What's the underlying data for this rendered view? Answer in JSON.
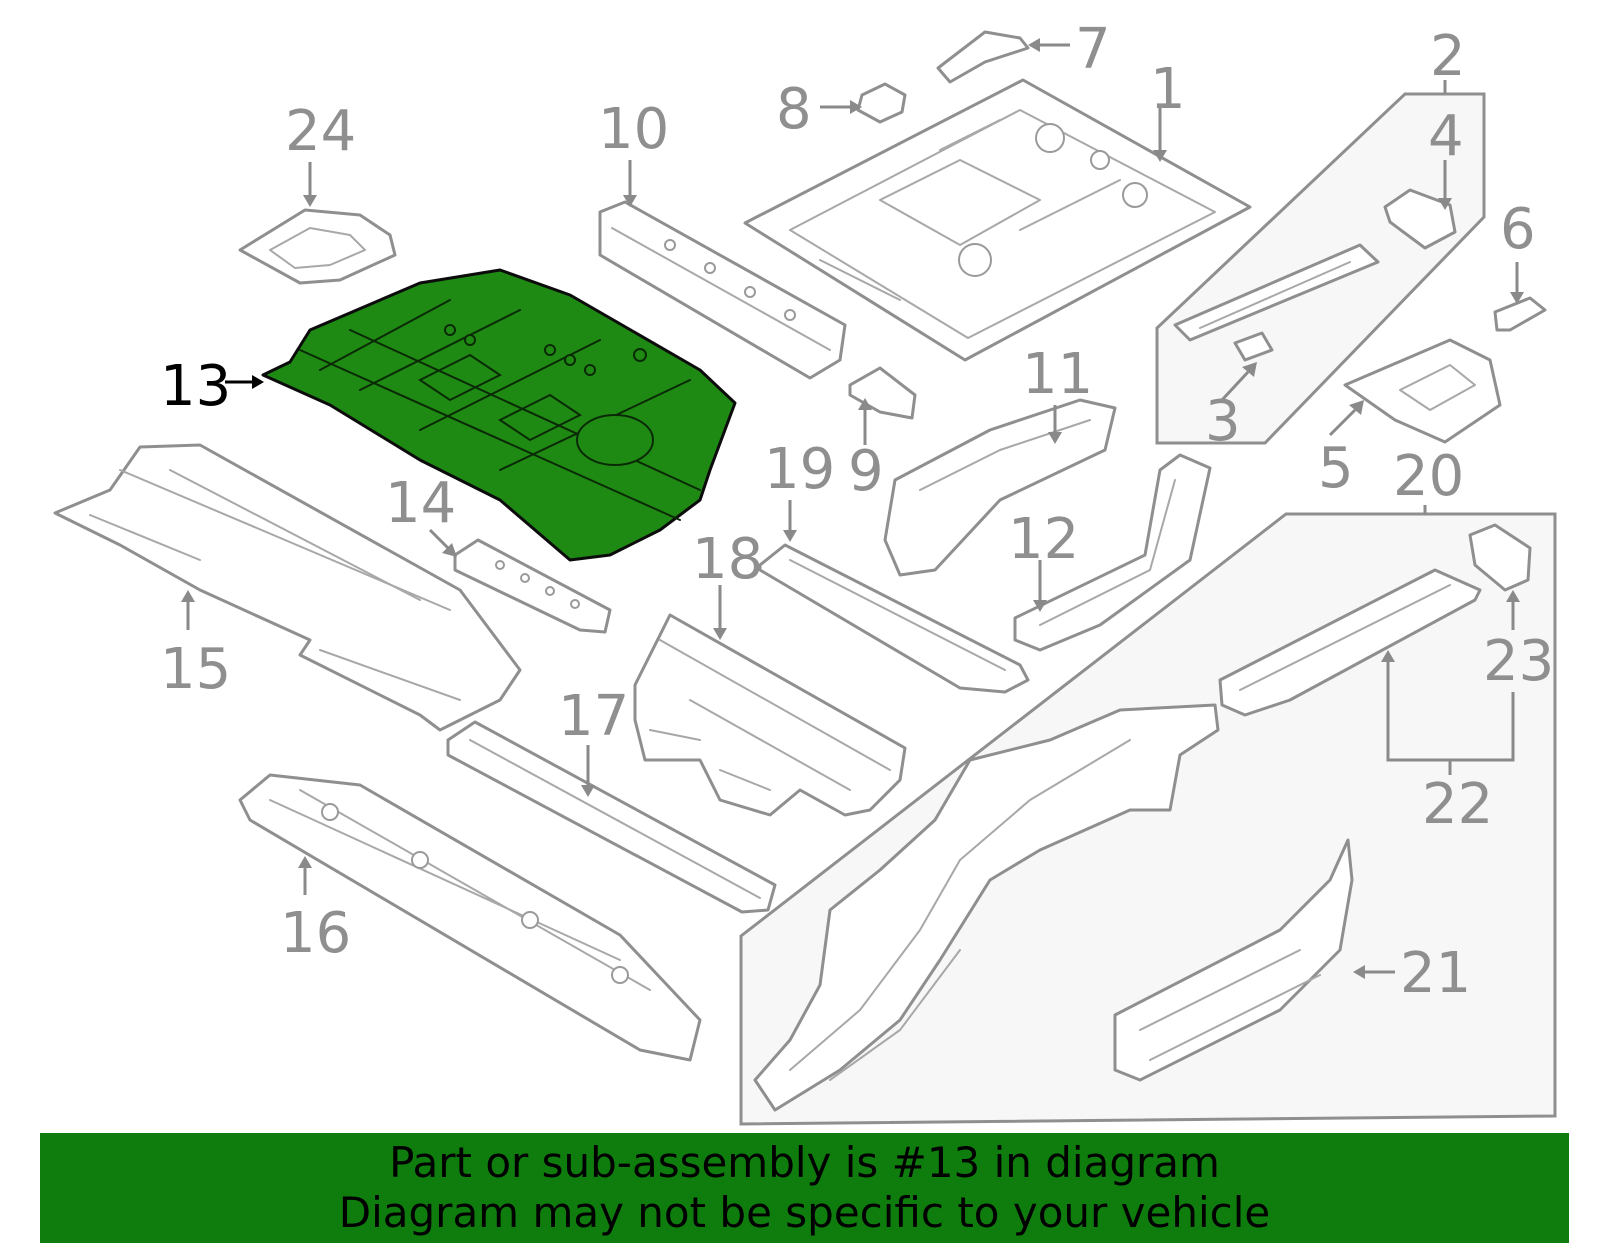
{
  "diagram": {
    "highlighted_part": "13",
    "highlight_color": "#1f8a13",
    "callouts": [
      "1",
      "2",
      "3",
      "4",
      "5",
      "6",
      "7",
      "8",
      "9",
      "10",
      "11",
      "12",
      "13",
      "14",
      "15",
      "16",
      "17",
      "18",
      "19",
      "20",
      "21",
      "22",
      "23",
      "24"
    ]
  },
  "banner": {
    "line1": "Part or sub-assembly is #13 in diagram",
    "line2": "Diagram may not be specific to your vehicle",
    "background": "#0f7d0e"
  }
}
